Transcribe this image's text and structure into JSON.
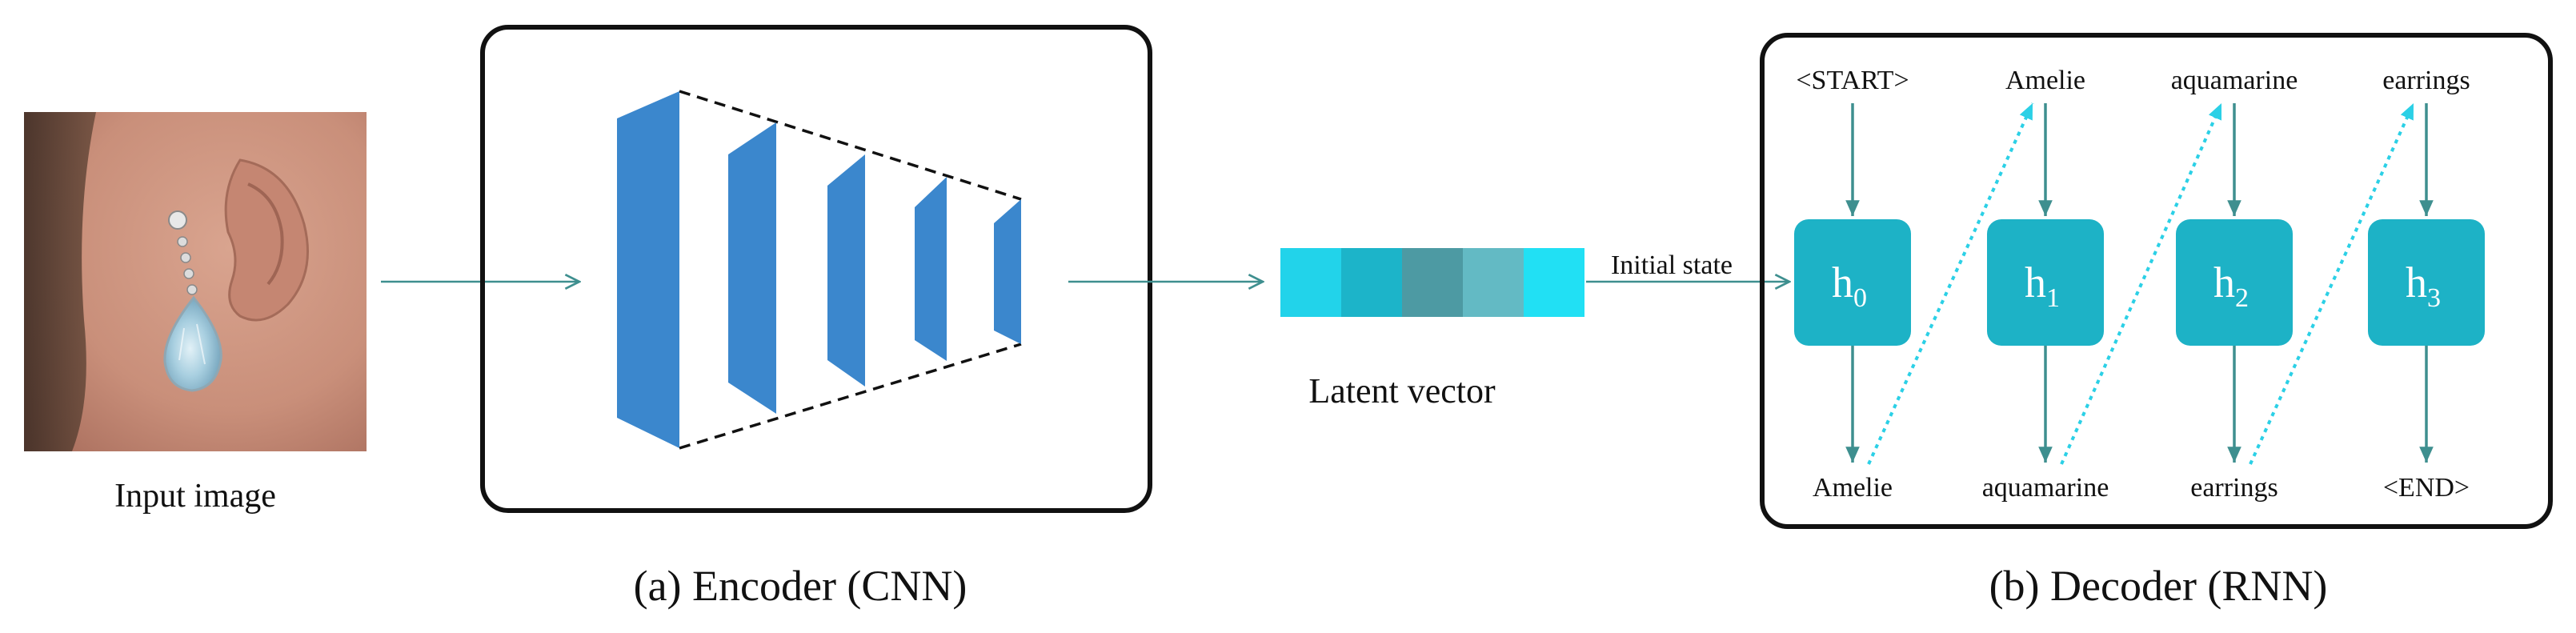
{
  "input": {
    "label": "Input image"
  },
  "encoder": {
    "caption": "(a) Encoder (CNN)"
  },
  "latent": {
    "label": "Latent vector",
    "edge_label": "Initial state",
    "cell_colors": [
      "#22d3ea",
      "#1cb4c9",
      "#4d9aa3",
      "#63bac4",
      "#21e0f4"
    ]
  },
  "decoder": {
    "caption": "(b) Decoder (RNN)",
    "inputs": [
      "<START>",
      "Amelie",
      "aquamarine",
      "earrings"
    ],
    "outputs": [
      "Amelie",
      "aquamarine",
      "earrings",
      "<END>"
    ],
    "states": [
      {
        "base": "h",
        "sub": "0"
      },
      {
        "base": "h",
        "sub": "1"
      },
      {
        "base": "h",
        "sub": "2"
      },
      {
        "base": "h",
        "sub": "3"
      }
    ]
  },
  "colors": {
    "cnn_blue": "#3b87cd",
    "rnn_cell": "#1db2c6",
    "arrow_teal": "#3e8f8f",
    "feedback_cyan": "#2bd0e6",
    "frame": "#111111"
  }
}
